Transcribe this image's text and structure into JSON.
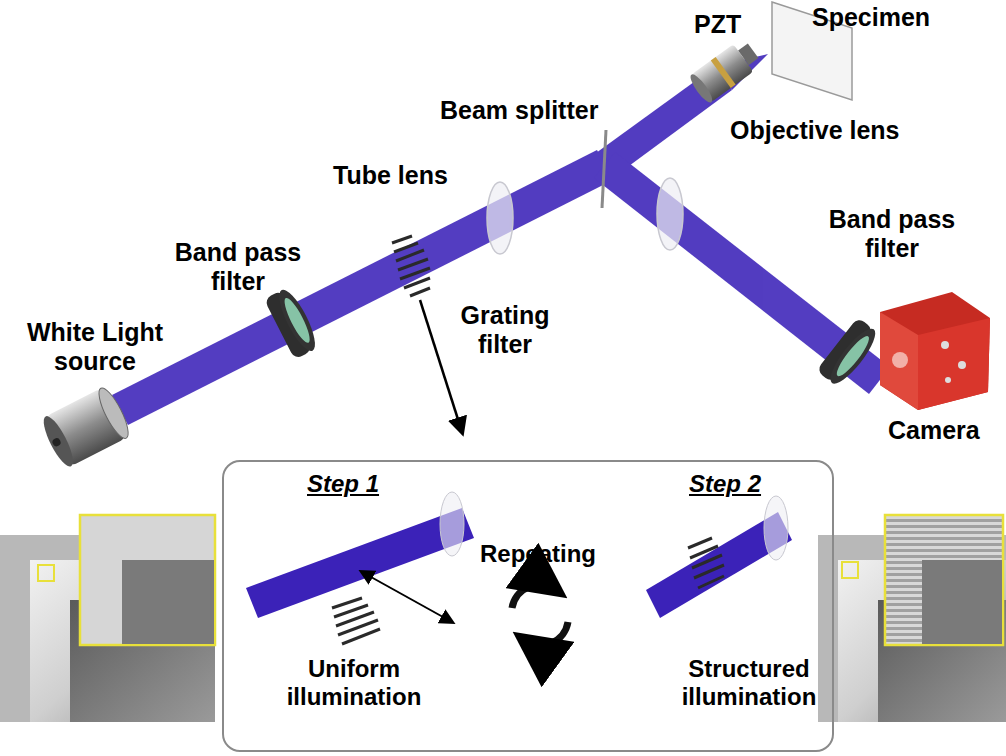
{
  "diagram": {
    "nodes": [
      {
        "text": [
          "Step 1",
          "Step 2",
          "Repeating",
          "Uniform illumination",
          "Structured illumination"
        ]
      }
    ],
    "labels": [
      "Specimen",
      "PZT",
      "Beam splitter",
      "Objective lens",
      "Tube lens",
      "Band pass filter",
      "Grating filter",
      "Band pass filter",
      "White Light source",
      "Camera"
    ]
  }
}
